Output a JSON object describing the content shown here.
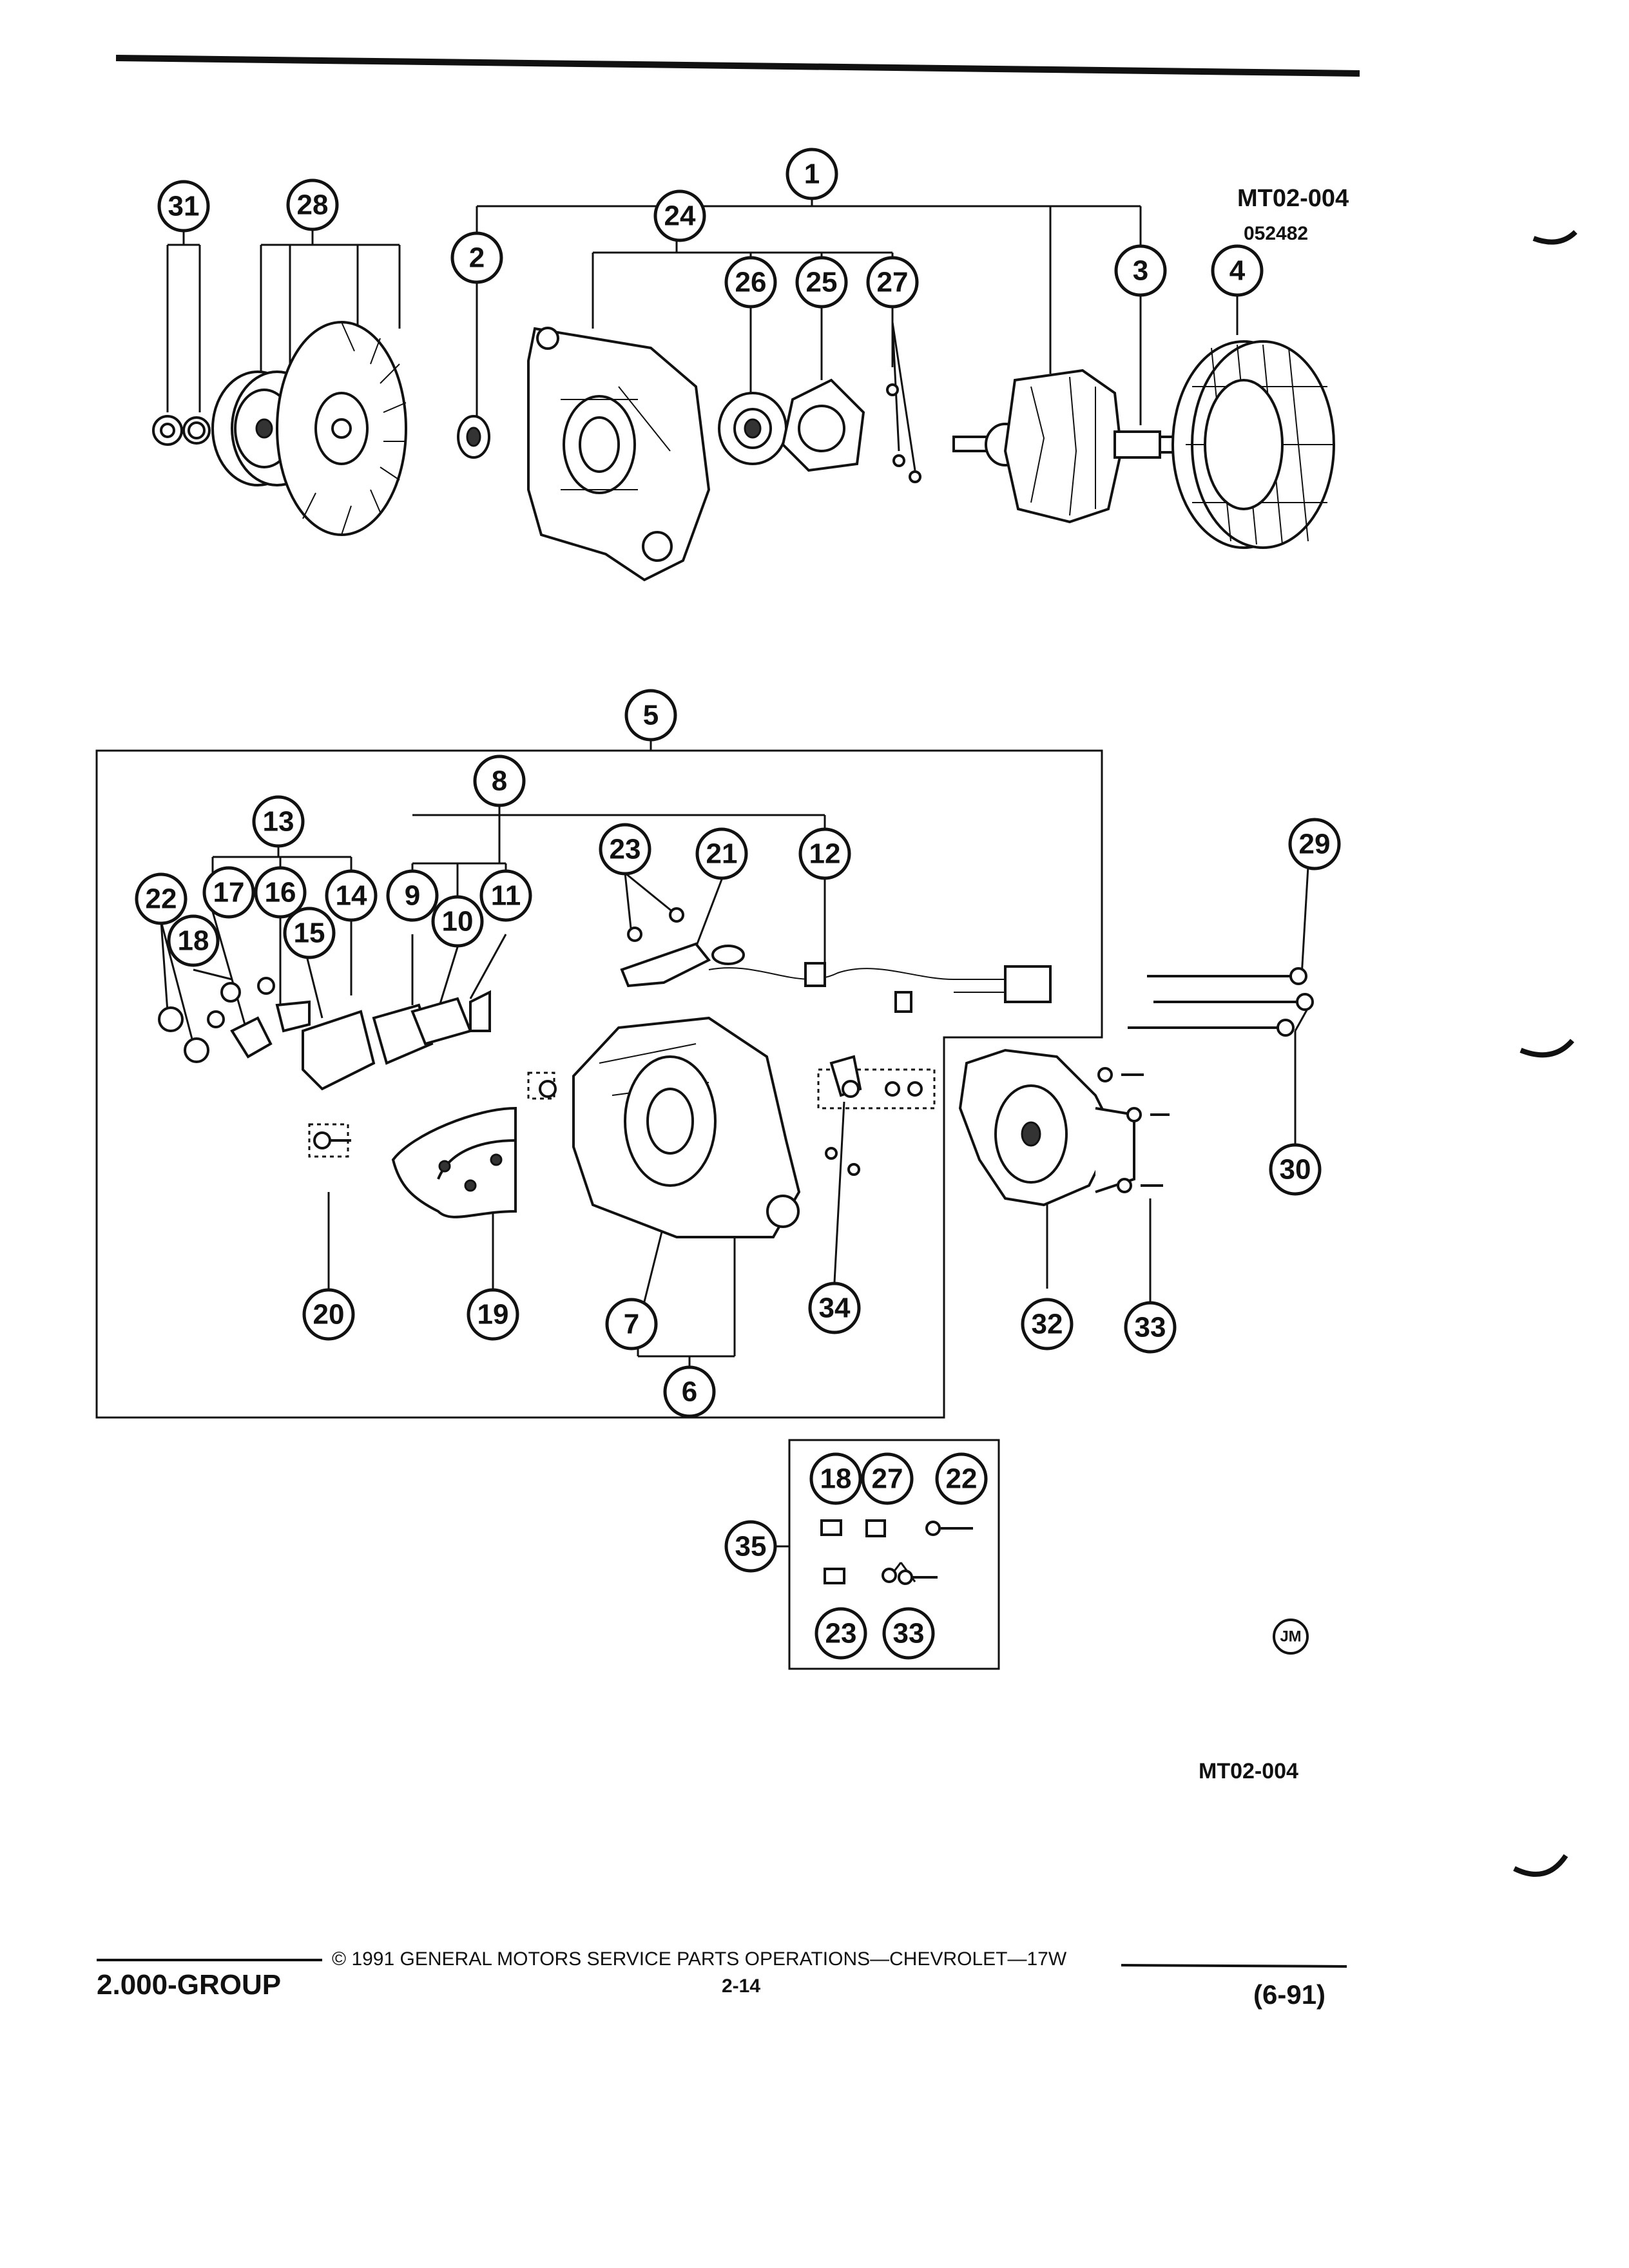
{
  "header": {
    "figure_code": "MT02-004",
    "date_code": "052482"
  },
  "callouts": {
    "c1": "1",
    "c2": "2",
    "c3": "3",
    "c4": "4",
    "c5": "5",
    "c6": "6",
    "c7": "7",
    "c8": "8",
    "c9": "9",
    "c10": "10",
    "c11": "11",
    "c12": "12",
    "c13": "13",
    "c14": "14",
    "c15": "15",
    "c16": "16",
    "c17": "17",
    "c18": "18",
    "c19": "19",
    "c20": "20",
    "c21": "21",
    "c22": "22",
    "c23": "23",
    "c24": "24",
    "c25": "25",
    "c26": "26",
    "c27": "27",
    "c28": "28",
    "c29": "29",
    "c30": "30",
    "c31": "31",
    "c32": "32",
    "c33": "33",
    "c34": "34",
    "c35": "35",
    "k18": "18",
    "k27": "27",
    "k22": "22",
    "k23": "23",
    "k33": "33"
  },
  "artist_mark": "JM",
  "figure_code_bottom": "MT02-004",
  "footer": {
    "group": "2.000-GROUP",
    "copyright": "© 1991 GENERAL MOTORS SERVICE PARTS OPERATIONS—CHEVROLET—17W",
    "page": "2-14",
    "revision": "(6-91)"
  }
}
